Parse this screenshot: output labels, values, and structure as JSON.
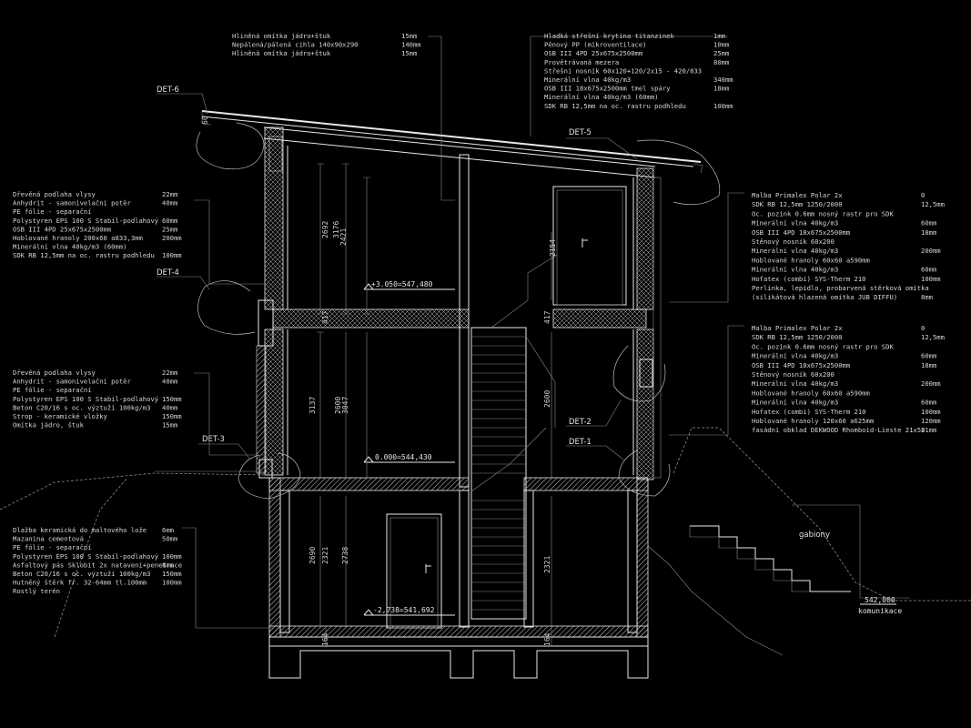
{
  "details": {
    "det6": "DET-6",
    "det5": "DET-5",
    "det4": "DET-4",
    "det3": "DET-3",
    "det2": "DET-2",
    "det1": "DET-1"
  },
  "notes": {
    "wall_top": [
      {
        "text": "Hliněná omítka jádro+štuk",
        "value": "15mm"
      },
      {
        "text": "Nepálená/pálená cihla 140x90x290",
        "value": "140mm"
      },
      {
        "text": "Hliněná omítka jádro+štuk",
        "value": "15mm"
      }
    ],
    "roof": [
      {
        "text": "Hladká střešní krytina titanzinek",
        "value": "1mm"
      },
      {
        "text": "Pěnový PP (mikroventilace)",
        "value": "10mm"
      },
      {
        "text": "OSB III  4PD 25x675x2500mm",
        "value": "25mm"
      },
      {
        "text": "Provětrávaná mezera",
        "value": "80mm"
      },
      {
        "text": "Střešní nosník 60x120+120/2x15 - 420/833",
        "value": ""
      },
      {
        "text": "Minerální vlna 40kg/m3",
        "value": "340mm"
      },
      {
        "text": "OSB III  18x675x2500mm  tmel spáry",
        "value": "18mm"
      },
      {
        "text": "Minerální vlna 40kg/m3  (60mm)",
        "value": ""
      },
      {
        "text": "SDK RB 12,5mm na oc. rastru podhledu",
        "value": "100mm"
      }
    ],
    "floor_upper": [
      {
        "text": "Dřevěná podlaha vlysy",
        "value": "22mm"
      },
      {
        "text": "Anhydrit - samonivelační potěr",
        "value": "40mm"
      },
      {
        "text": "PE fólie - separační",
        "value": ""
      },
      {
        "text": "Polystyren EPS 100 S Stabil-podlahový",
        "value": "60mm"
      },
      {
        "text": "OSB III 4PD 25x675x2500mm",
        "value": "25mm"
      },
      {
        "text": "Hoblované hranoly 200x60 a833,3mm",
        "value": "200mm"
      },
      {
        "text": "Minerální vlna 40kg/m3   (60mm)",
        "value": ""
      },
      {
        "text": "SDK RB 12,5mm na oc. rastru podhledu",
        "value": "100mm"
      }
    ],
    "floor_ground": [
      {
        "text": "Dřevěná podlaha vlysy",
        "value": "22mm"
      },
      {
        "text": "Anhydrit - samonivelační potěr",
        "value": "40mm"
      },
      {
        "text": "PE fólie - separační",
        "value": ""
      },
      {
        "text": "Polystyren EPS 100 S Stabil-podlahový",
        "value": "150mm"
      },
      {
        "text": "Beton C20/16 s oc. výztuží 100kg/m3",
        "value": "40mm"
      },
      {
        "text": "Strop - keramické vložky",
        "value": "150mm"
      },
      {
        "text": "Omítka jádro, štuk",
        "value": "15mm"
      }
    ],
    "floor_basement": [
      {
        "text": "Dlažba keramická do maltového lože",
        "value": "6mm"
      },
      {
        "text": "Mazanina cementová",
        "value": "50mm"
      },
      {
        "text": "PE fólie - separační",
        "value": ""
      },
      {
        "text": "Polystyren EPS 100 S Stabil-podlahový",
        "value": "100mm"
      },
      {
        "text": "Asfaltový pás Sklobit 2x natavení+penetrace",
        "value": "8mm"
      },
      {
        "text": "Beton C20/16 s oc. výztuží 100kg/m3",
        "value": "150mm"
      },
      {
        "text": "Hutněný štěrk fr. 32-64mm tl.100mm",
        "value": "100mm"
      },
      {
        "text": "Rostlý terén",
        "value": ""
      }
    ],
    "wall_upper": [
      {
        "text": "Malba Primalex Polar 2x",
        "value": "0"
      },
      {
        "text": "SDK RB 12,5mm 1250/2000",
        "value": "12,5mm"
      },
      {
        "text": "Oc. pozink 0.6mm nosný rastr pro SDK",
        "value": ""
      },
      {
        "text": "Minerální vlna 40kg/m3",
        "value": "60mm"
      },
      {
        "text": "OSB III 4PD 18x675x2500mm",
        "value": "18mm"
      },
      {
        "text": "Stěnový nosník 60x200",
        "value": ""
      },
      {
        "text": "Minerální vlna 40kg/m3",
        "value": "200mm"
      },
      {
        "text": "Hoblované hranoly 60x60 a590mm",
        "value": ""
      },
      {
        "text": "Minerální vlna 40kg/m3",
        "value": "60mm"
      },
      {
        "text": "Hofatex (combi) SYS-Therm 210",
        "value": "100mm"
      },
      {
        "text": "Perlinka, lepidlo, probarvená stěrková omítka",
        "value": ""
      },
      {
        "text": "(silikátová hlazená omítka JUB DIFFU)",
        "value": "8mm"
      }
    ],
    "wall_ground": [
      {
        "text": "Malba Primalex Polar 2x",
        "value": "0"
      },
      {
        "text": "SDK RB 12,5mm 1250/2000",
        "value": "12,5mm"
      },
      {
        "text": "Oc. pozink 0.6mm nosný rastr pro SDK",
        "value": ""
      },
      {
        "text": "Minerální vlna 40kg/m3",
        "value": "60mm"
      },
      {
        "text": "OSB III 4PD 18x675x2500mm",
        "value": "18mm"
      },
      {
        "text": "Stěnový nosník 60x200",
        "value": ""
      },
      {
        "text": "Minerální vlna 40kg/m3",
        "value": "200mm"
      },
      {
        "text": "Hoblované hranoly 60x60 a590mm",
        "value": ""
      },
      {
        "text": "Minerální vlna 40kg/m3",
        "value": "60mm"
      },
      {
        "text": "Hofatex (combi) SYS-Therm 210",
        "value": "100mm"
      },
      {
        "text": "Hoblované hranoly 120x60 a625mm",
        "value": "120mm"
      },
      {
        "text": "fasádní obklad DEKWOOD Rhomboid-Lieste 21x58",
        "value": "21mm"
      }
    ]
  },
  "levels": {
    "upper": "+3.050=547,480",
    "ground": "0.000=544,430",
    "basement": "-2,738=541,692",
    "terrain": "542,000",
    "road": "komunikace"
  },
  "dimensions": {
    "d3176": "3176",
    "d2692": "2692",
    "d2421": "2421",
    "d2154": "2154",
    "d3137": "3137",
    "d2600a": "2600",
    "d3047": "3047",
    "d2600b": "2600",
    "d2690": "2690",
    "d2321a": "2321",
    "d2738": "2738",
    "d2321b": "2321",
    "d164a": "164",
    "d164b": "164",
    "d417a": "417",
    "d417b": "417",
    "d60": "60"
  },
  "labels": {
    "gabions": "gabiony"
  }
}
